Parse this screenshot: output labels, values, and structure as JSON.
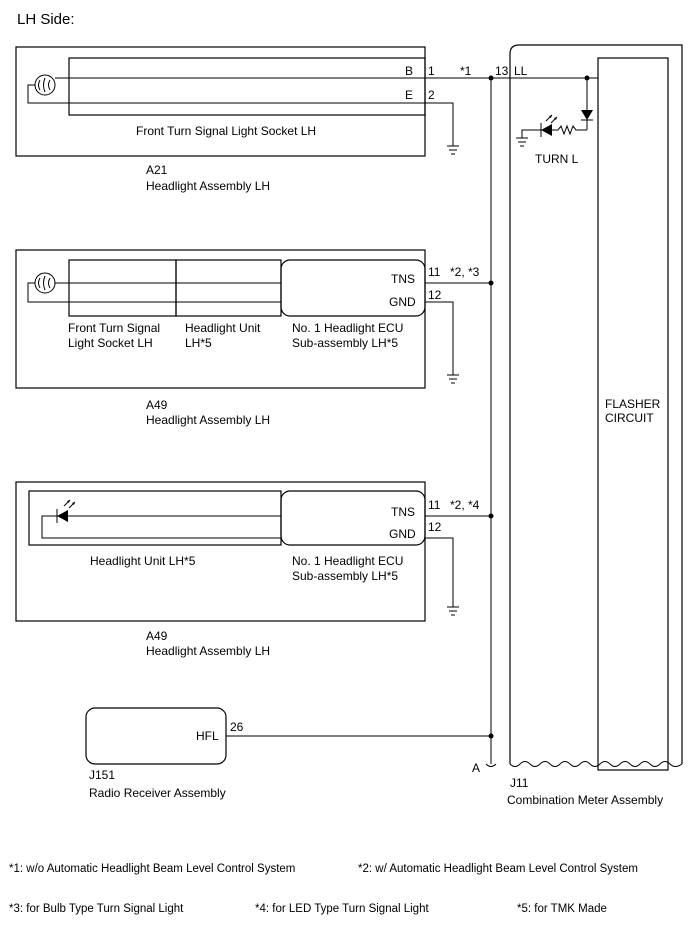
{
  "title": "LH Side:",
  "a21": {
    "inner_label": "Front Turn Signal Light Socket LH",
    "code": "A21",
    "name": "Headlight Assembly LH",
    "pin_b": "B",
    "pin_e": "E",
    "pin_b_num": "1",
    "pin_e_num": "2",
    "note": "*1"
  },
  "a49_bulb": {
    "socket_label_1": "Front Turn Signal",
    "socket_label_2": "Light Socket LH",
    "unit_label_1": "Headlight Unit",
    "unit_label_2": "LH*5",
    "ecu_label_1": "No. 1 Headlight ECU",
    "ecu_label_2": "Sub-assembly LH*5",
    "pin_tns": "TNS",
    "pin_gnd": "GND",
    "pin_tns_num": "11",
    "pin_gnd_num": "12",
    "note": "*2, *3",
    "code": "A49",
    "name": "Headlight Assembly LH"
  },
  "a49_led": {
    "unit_label": "Headlight Unit LH*5",
    "ecu_label_1": "No. 1 Headlight ECU",
    "ecu_label_2": "Sub-assembly LH*5",
    "pin_tns": "TNS",
    "pin_gnd": "GND",
    "pin_tns_num": "11",
    "pin_gnd_num": "12",
    "note": "*2, *4",
    "code": "A49",
    "name": "Headlight Assembly LH"
  },
  "j151": {
    "pin": "HFL",
    "pin_num": "26",
    "code": "J151",
    "name": "Radio Receiver Assembly"
  },
  "junction_label": "A",
  "j11": {
    "pin_num": "13",
    "pin": "LL",
    "turn_label": "TURN L",
    "flasher_1": "FLASHER",
    "flasher_2": "CIRCUIT",
    "code": "J11",
    "name": "Combination Meter Assembly"
  },
  "footnotes": {
    "n1": "*1: w/o Automatic Headlight Beam Level Control System",
    "n2": "*2: w/ Automatic Headlight Beam Level Control System",
    "n3": "*3: for Bulb Type Turn Signal Light",
    "n4": "*4: for LED Type Turn Signal Light",
    "n5": "*5: for TMK Made"
  }
}
